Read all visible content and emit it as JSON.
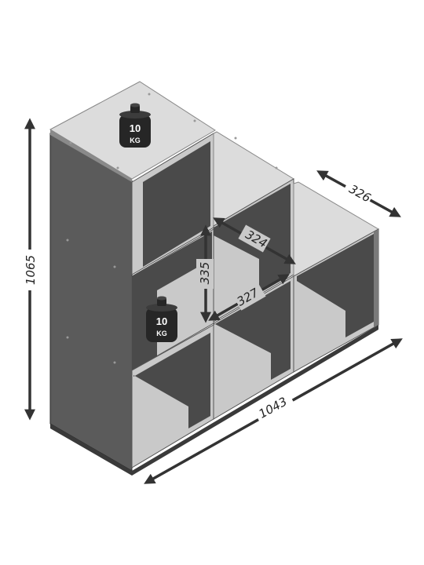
{
  "dimensions": {
    "height": "1065",
    "width": "1043",
    "depth": "326",
    "compartment_width": "324",
    "compartment_height": "335",
    "compartment_inner_width": "327"
  },
  "weights": [
    {
      "value": "10",
      "unit": "KG"
    },
    {
      "value": "10",
      "unit": "KG"
    }
  ],
  "colors": {
    "panel_front": "#5b5b5b",
    "panel_dark": "#3a3a3a",
    "panel_light": "#c9c9c9",
    "panel_top": "#dcdcdc",
    "inner_back": "#4a4a4a",
    "arrow": "#333333",
    "weight": "#262626"
  }
}
